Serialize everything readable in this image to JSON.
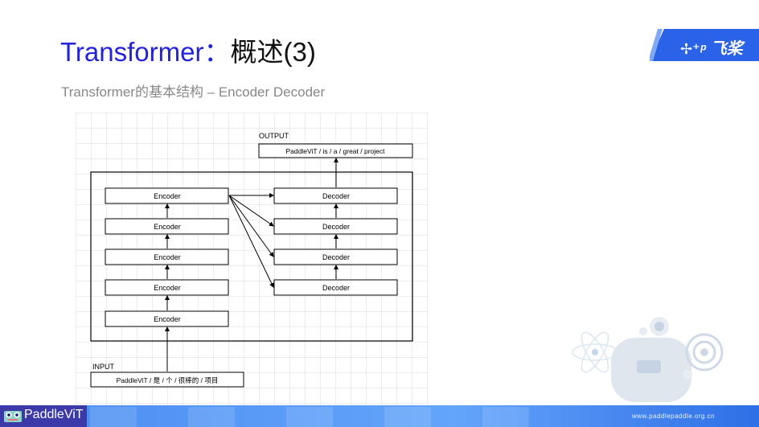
{
  "header": {
    "title_en": "Transformer：",
    "title_zh": "概述(3)",
    "subtitle": "Transformer的基本结构 – Encoder Decoder",
    "logo_text": "飞桨"
  },
  "diagram": {
    "output_label": "OUTPUT",
    "output_text": "PaddleViT / is / a / great / project",
    "input_label": "INPUT",
    "input_text": "PaddleViT / 是 / 个 / 很棒的 / 项目",
    "encoders": [
      "Encoder",
      "Encoder",
      "Encoder",
      "Encoder",
      "Encoder"
    ],
    "decoders": [
      "Decoder",
      "Decoder",
      "Decoder",
      "Decoder"
    ]
  },
  "footer": {
    "brand": "PaddleViT",
    "url": "www.paddlepaddle.org.cn"
  },
  "colors": {
    "title": "#2222dd",
    "accent": "#2f6fe6",
    "brand_box": "#3b3aa8"
  }
}
